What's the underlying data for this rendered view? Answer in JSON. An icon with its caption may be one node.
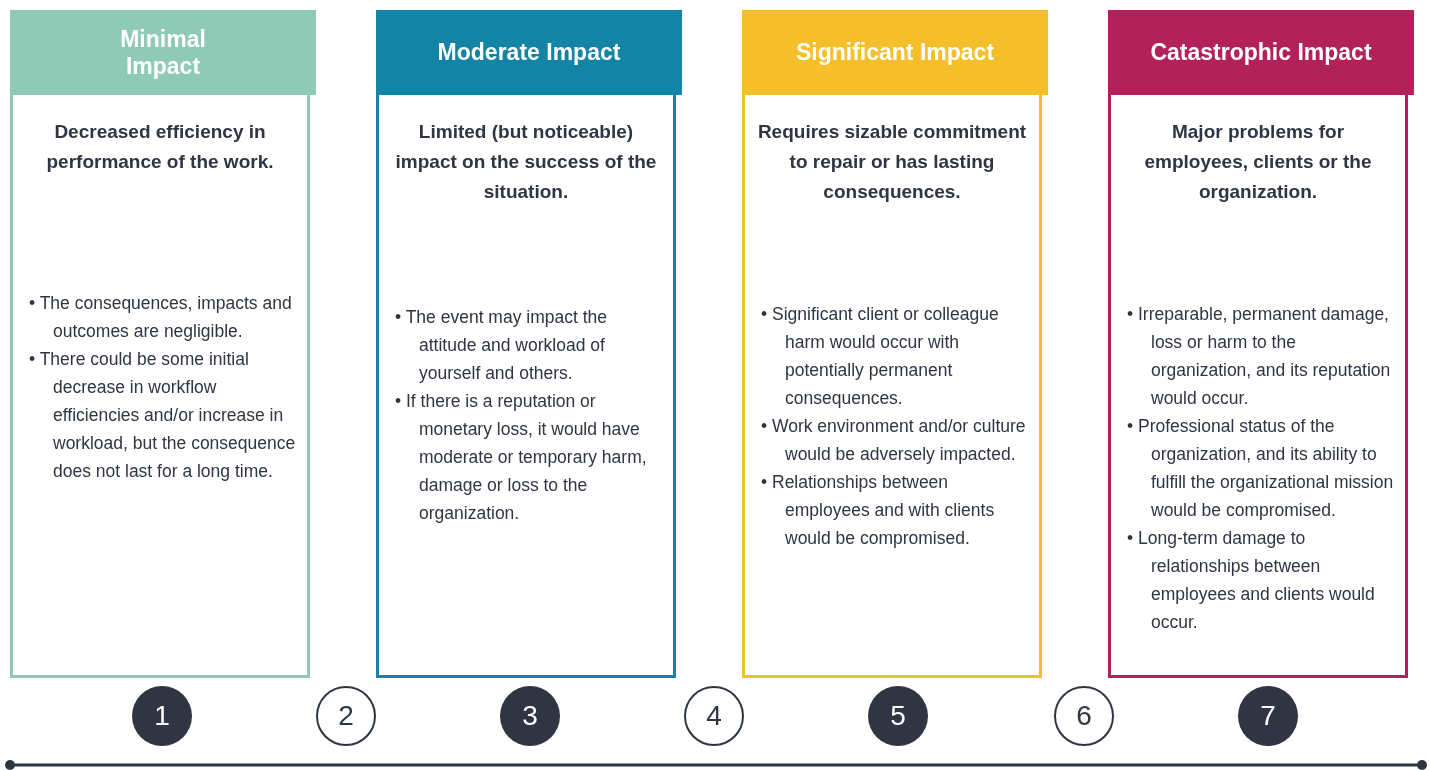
{
  "diagram": {
    "nodes": [
      {
        "text": [
          "Minimal Impact",
          "Decreased efficiency in performance of the work.",
          "• The consequences, impacts and outcomes are negligible.",
          "• There could be some initial decrease in workflow efficiencies and/or increase in workload, but the consequence does not last for a long time."
        ]
      },
      {
        "text": [
          "Moderate Impact",
          "Limited (but noticeable) impact on the success of the situation.",
          "• The event may impact the attitude and workload of yourself and others.",
          "• If there is a reputation or monetary loss, it would have moderate or temporary harm, damage or loss to the organization."
        ]
      },
      {
        "text": [
          "Significant Impact",
          "Requires sizable commitment to repair or has lasting consequences.",
          "• Significant client or colleague harm would occur with potentially permanent consequences.",
          "• Work environment and/or culture would be adversely impacted.",
          "• Relationships between employees and with clients would be compromised."
        ]
      },
      {
        "text": [
          "Catastrophic Impact",
          "Major problems for employees, clients or the organization.",
          "• Irreparable, permanent damage, loss or harm to the organization, and its reputation would occur.",
          "• Professional status of the organization, and its ability to fulfill the organizational mission would be compromised.",
          "• Long-term damage to relationships between employees and clients would occur."
        ]
      },
      {
        "text": [
          "1"
        ]
      },
      {
        "text": [
          "2"
        ]
      },
      {
        "text": [
          "3"
        ]
      },
      {
        "text": [
          "4"
        ]
      },
      {
        "text": [
          "5"
        ]
      },
      {
        "text": [
          "6"
        ]
      },
      {
        "text": [
          "7"
        ]
      }
    ]
  }
}
